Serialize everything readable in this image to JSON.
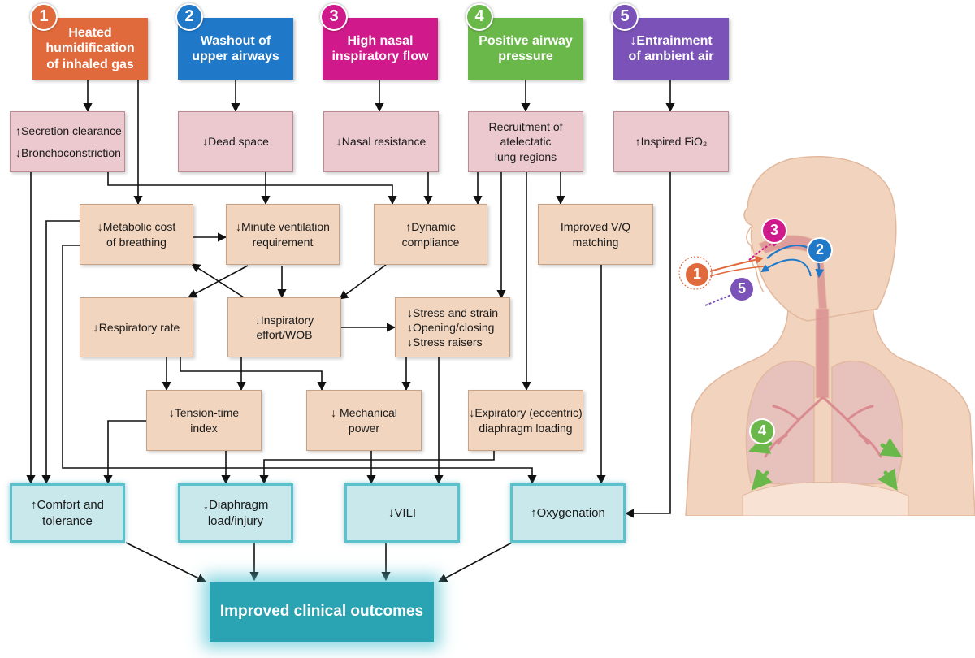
{
  "headers": [
    {
      "num": "1",
      "lines": [
        "Heated",
        "humidification",
        "of inhaled gas"
      ],
      "color": "#e16a3d"
    },
    {
      "num": "2",
      "lines": [
        "Washout of",
        "upper airways"
      ],
      "color": "#1f78c8"
    },
    {
      "num": "3",
      "lines": [
        "High nasal",
        "inspiratory flow"
      ],
      "color": "#d0198a"
    },
    {
      "num": "4",
      "lines": [
        "Positive airway",
        "pressure"
      ],
      "color": "#6bb84a"
    },
    {
      "num": "5",
      "lines": [
        "↓Entrainment",
        "of ambient air"
      ],
      "color": "#7a52b8"
    }
  ],
  "effects": {
    "secretion": [
      "↑Secretion clearance",
      "↓Bronchoconstriction"
    ],
    "dead_space": [
      "↓Dead space"
    ],
    "nasal_resistance": [
      "↓Nasal resistance"
    ],
    "recruitment": [
      "Recruitment of",
      "atelectatic",
      "lung regions"
    ],
    "fio2": [
      "↑Inspired FiO₂"
    ]
  },
  "mechanisms": {
    "metabolic": [
      "↓Metabolic cost",
      "of breathing"
    ],
    "minute_vent": [
      "↓Minute ventilation",
      "requirement"
    ],
    "compliance": [
      "↑Dynamic",
      "compliance"
    ],
    "vq": [
      "Improved V/Q",
      "matching"
    ],
    "resp_rate": [
      "↓Respiratory rate"
    ],
    "effort": [
      "↓Inspiratory",
      "effort/WOB"
    ],
    "stress": [
      "↓Stress and strain",
      "↓Opening/closing",
      "↓Stress raisers"
    ],
    "tension": [
      "↓Tension-time",
      "index"
    ],
    "mech_power": [
      "↓ Mechanical",
      "power"
    ],
    "expiratory": [
      "↓Expiratory (eccentric)",
      "diaphragm loading"
    ]
  },
  "outcomes": {
    "comfort": [
      "↑Comfort and",
      "tolerance"
    ],
    "diaphragm": [
      "↓Diaphragm",
      "load/injury"
    ],
    "vili": [
      "↓VILI"
    ],
    "oxygenation": [
      "↑Oxygenation"
    ]
  },
  "final": "Improved clinical outcomes",
  "illustration": {
    "badges": [
      "1",
      "2",
      "3",
      "4",
      "5"
    ],
    "colors": {
      "skin": "#f2d3bd",
      "skin_edge": "#e2b89e",
      "lung": "#e7c2bd",
      "airway": "#d98b8f",
      "green_arrow": "#6bb84a",
      "flow_red": "#e16a3d",
      "flow_blue": "#1f78c8",
      "flow_pink": "#d0198a",
      "flow_purple": "#7a52b8"
    }
  }
}
